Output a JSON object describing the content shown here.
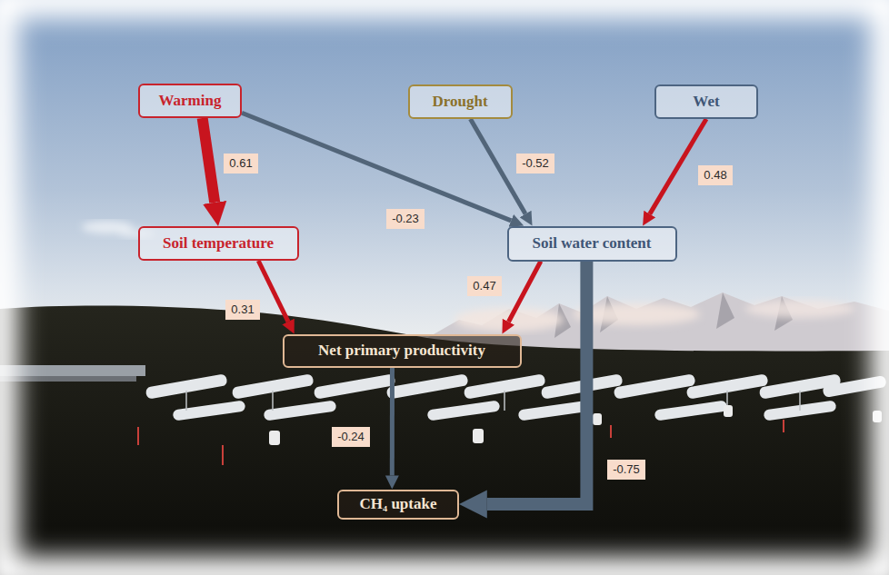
{
  "diagram": {
    "nodes": [
      {
        "text": [
          "Warming"
        ]
      },
      {
        "text": [
          "Drought"
        ]
      },
      {
        "text": [
          "Wet"
        ]
      },
      {
        "text": [
          "Soil temperature"
        ]
      },
      {
        "text": [
          "Soil water content"
        ]
      },
      {
        "text": [
          "Net primary productivity"
        ]
      },
      {
        "text": [
          "CH₄ uptake"
        ]
      }
    ],
    "edges": [
      {
        "from": 0,
        "to": 3,
        "label": "0.61",
        "arrow": "to"
      },
      {
        "from": 0,
        "to": 4,
        "label": "-0.23",
        "arrow": "to"
      },
      {
        "from": 1,
        "to": 4,
        "label": "-0.52",
        "arrow": "to"
      },
      {
        "from": 2,
        "to": 4,
        "label": "0.48",
        "arrow": "to"
      },
      {
        "from": 3,
        "to": 5,
        "label": "0.31",
        "arrow": "to"
      },
      {
        "from": 4,
        "to": 5,
        "label": "0.47",
        "arrow": "to"
      },
      {
        "from": 5,
        "to": 6,
        "label": "-0.24",
        "arrow": "to"
      },
      {
        "from": 4,
        "to": 6,
        "label": "-0.75",
        "arrow": "to"
      }
    ]
  }
}
